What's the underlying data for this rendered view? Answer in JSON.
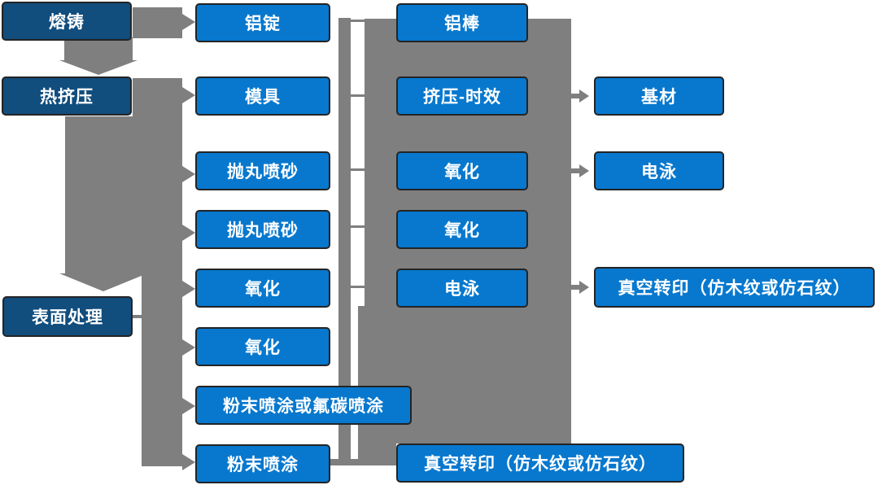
{
  "colors": {
    "dark_box": "#114D7D",
    "bright_box": "#0778CE",
    "connector_gray": "#7F7F7F",
    "box_border": "#242424",
    "text": "#FFFFFF"
  },
  "columns": {
    "col1": {
      "items": [
        {
          "label": "熔铸"
        },
        {
          "label": "热挤压"
        },
        {
          "label": "表面处理"
        }
      ]
    },
    "col2": {
      "items": [
        {
          "label": "铝锭"
        },
        {
          "label": "模具"
        },
        {
          "label": "抛丸喷砂"
        },
        {
          "label": "抛丸喷砂"
        },
        {
          "label": "氧化"
        },
        {
          "label": "氧化"
        },
        {
          "label": "粉末喷涂或氟碳喷涂"
        },
        {
          "label": "粉末喷涂"
        }
      ]
    },
    "col3": {
      "items": [
        {
          "label": "铝棒"
        },
        {
          "label": "挤压-时效"
        },
        {
          "label": "氧化"
        },
        {
          "label": "氧化"
        },
        {
          "label": "电泳"
        },
        {
          "label": "真空转印（仿木纹或仿石纹）"
        }
      ]
    },
    "col4": {
      "items": [
        {
          "label": "基材"
        },
        {
          "label": "电泳"
        },
        {
          "label": "真空转印（仿木纹或仿石纹）"
        }
      ]
    }
  }
}
